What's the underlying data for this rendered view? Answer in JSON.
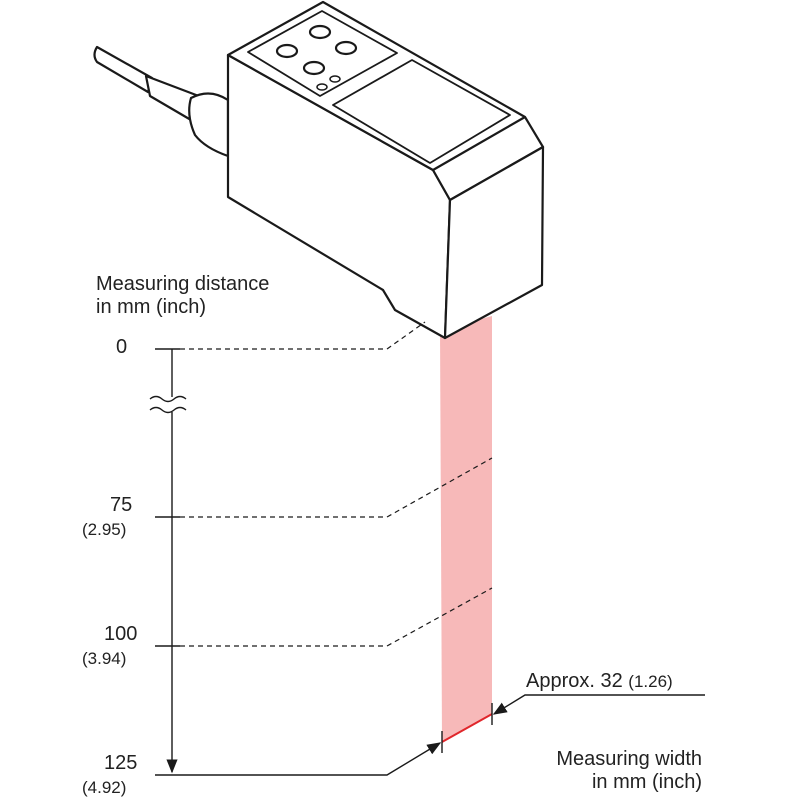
{
  "distance_label": {
    "line1": "Measuring distance",
    "line2": "in mm (inch)"
  },
  "ticks": [
    {
      "mm": "0",
      "inch": ""
    },
    {
      "mm": "75",
      "inch": "(2.95)"
    },
    {
      "mm": "100",
      "inch": "(3.94)"
    },
    {
      "mm": "125",
      "inch": "(4.92)"
    }
  ],
  "width_value": {
    "mm": "Approx. 32",
    "inch": "(1.26)"
  },
  "width_label": {
    "line1": "Measuring width",
    "line2": "in mm (inch)"
  },
  "colors": {
    "beam": "#f7b9b9",
    "beam_edge": "#e0262b",
    "line": "#1a1a1a"
  }
}
